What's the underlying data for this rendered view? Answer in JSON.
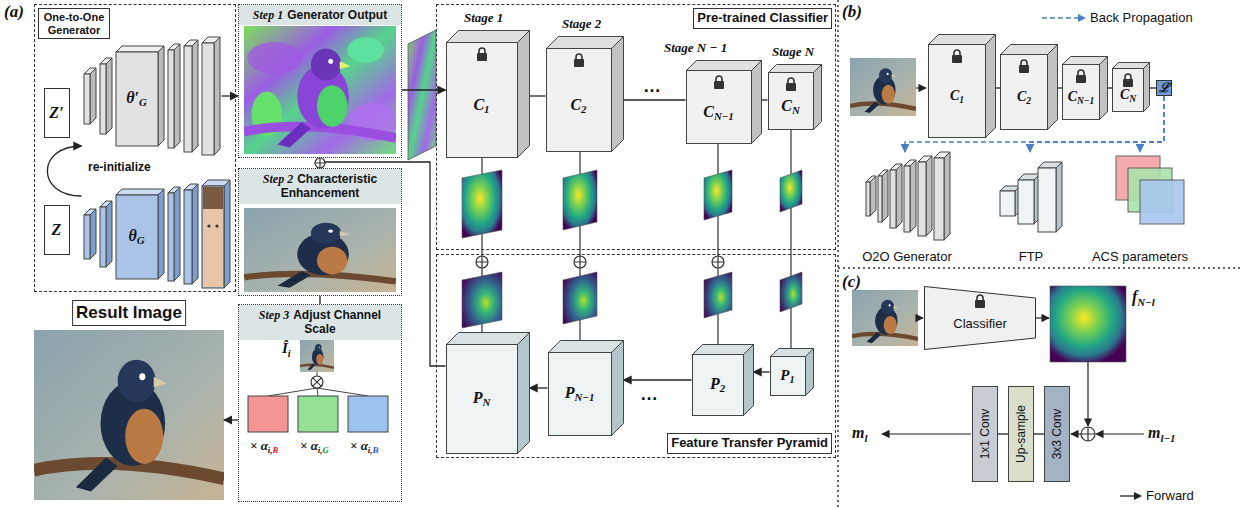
{
  "diagram": {
    "nodes": [
      {
        "text": [
          "One-to-One Generator"
        ]
      },
      {
        "text": [
          "Z′"
        ],
        "in": 0
      },
      {
        "text": [
          "θ′",
          "G"
        ],
        "in": 0
      },
      {
        "text": [
          "Z"
        ],
        "in": 0
      },
      {
        "text": [
          "θ",
          "G"
        ],
        "in": 0
      },
      {
        "text": [
          "Step 1",
          "Generator Output"
        ]
      },
      {
        "text": [
          "Pre-trained Classifier"
        ]
      },
      {
        "text": [
          "C",
          "1"
        ],
        "in": 6
      },
      {
        "text": [
          "C",
          "2"
        ],
        "in": 6
      },
      {
        "text": [
          "C",
          "N−1"
        ],
        "in": 6
      },
      {
        "text": [
          "C",
          "N"
        ],
        "in": 6
      },
      {
        "text": [
          "Step 2",
          "Characteristic Enhancement"
        ]
      },
      {
        "text": [
          "Feature Transfer Pyramid"
        ]
      },
      {
        "text": [
          "P",
          "N"
        ],
        "in": 12
      },
      {
        "text": [
          "P",
          "N−1"
        ],
        "in": 12
      },
      {
        "text": [
          "P",
          "2"
        ],
        "in": 12
      },
      {
        "text": [
          "P",
          "1"
        ],
        "in": 12
      },
      {
        "text": [
          "Step 3",
          "Adjust Channel Scale"
        ]
      },
      {
        "text": [
          "Result Image"
        ]
      },
      {
        "text": [
          "C",
          "1"
        ]
      },
      {
        "text": [
          "C",
          "2"
        ]
      },
      {
        "text": [
          "C",
          "N−1"
        ]
      },
      {
        "text": [
          "C",
          "N"
        ]
      },
      {
        "text": [
          "ℒ"
        ]
      },
      {
        "text": [
          "O2O Generator"
        ]
      },
      {
        "text": [
          "FTP"
        ]
      },
      {
        "text": [
          "ACS parameters"
        ]
      },
      {
        "text": [
          "Classifier"
        ]
      },
      {
        "text": [
          "3x3 Conv"
        ]
      },
      {
        "text": [
          "Up-sample"
        ]
      },
      {
        "text": [
          "1x1 Conv"
        ]
      }
    ],
    "edges": [
      {
        "from": 4,
        "to": 2,
        "arrow": "to",
        "label": "re-initialize"
      },
      {
        "from": 2,
        "to": 5,
        "arrow": "to"
      },
      {
        "from": 5,
        "to": 7,
        "arrow": "to"
      },
      {
        "from": 7,
        "to": 8,
        "arrow": "none"
      },
      {
        "from": 8,
        "to": 9,
        "arrow": "none"
      },
      {
        "from": 9,
        "to": 10,
        "arrow": "none"
      },
      {
        "from": 16,
        "to": 15,
        "arrow": "to"
      },
      {
        "from": 15,
        "to": 14,
        "arrow": "to"
      },
      {
        "from": 14,
        "to": 13,
        "arrow": "to"
      },
      {
        "from": 13,
        "to": 11,
        "arrow": "none"
      },
      {
        "from": 5,
        "to": 11,
        "arrow": "none"
      },
      {
        "from": 11,
        "to": 17,
        "arrow": "none"
      },
      {
        "from": 17,
        "to": 18,
        "arrow": "to"
      },
      {
        "from": 19,
        "to": 20,
        "arrow": "none"
      },
      {
        "from": 20,
        "to": 21,
        "arrow": "none"
      },
      {
        "from": 21,
        "to": 22,
        "arrow": "none"
      },
      {
        "from": 22,
        "to": 23,
        "arrow": "none"
      },
      {
        "from": 23,
        "to": 24,
        "arrow": "to"
      },
      {
        "from": 23,
        "to": 25,
        "arrow": "to"
      },
      {
        "from": 23,
        "to": 26,
        "arrow": "to"
      },
      {
        "from": 28,
        "to": 29,
        "arrow": "none"
      },
      {
        "from": 29,
        "to": 30,
        "arrow": "none"
      }
    ],
    "labels": [
      "(a)",
      "Stage 1",
      "Stage 2",
      "Stage N − 1",
      "Stage N",
      "…",
      "…",
      "Î",
      "i",
      "× α",
      "i,",
      "R",
      "× α",
      "i,",
      "G",
      "× α",
      "i,",
      "B",
      "(b)",
      "(c)",
      "f",
      "N−l",
      "m",
      "l",
      "m",
      "l−1"
    ],
    "legend": [
      {
        "text": "Back Propagation"
      },
      {
        "text": "Forward"
      }
    ]
  }
}
